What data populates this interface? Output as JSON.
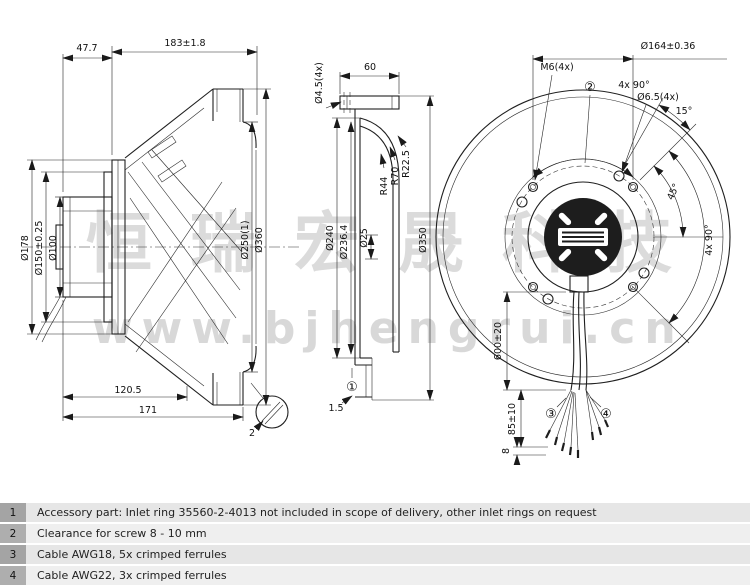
{
  "watermark": {
    "line1": "恒瑞宏晟科技",
    "line2": "www.bjhengrui.cn"
  },
  "side_view": {
    "dim_47_7": "47.7",
    "dim_183": "183±1.8",
    "dim_d178": "Ø178",
    "dim_d150": "Ø150±0.25",
    "dim_d100": "Ø100",
    "dim_d250": "Ø250(1)",
    "dim_d360": "Ø360",
    "dim_120_5": "120.5",
    "dim_171": "171",
    "dim_detail_2": "2"
  },
  "section_view": {
    "dim_hole": "Ø4.5(4x)",
    "dim_60": "60",
    "r1": "R22.5",
    "r2": "R70",
    "r3": "R44",
    "dim_d240": "Ø240",
    "dim_d236_4": "Ø236.4",
    "dim_d25": "Ø25",
    "dim_d350": "Ø350",
    "dim_1_5": "1.5",
    "callout_1": "①"
  },
  "front_view": {
    "dim_bolt_circle": "Ø164±0.36",
    "thread_holes": "M6(4x)",
    "through_holes": "Ø6.5(4x)",
    "callout_2": "②",
    "angle_top": "4x 90°",
    "angle_15": "15°",
    "angle_45": "45°",
    "angle_right": "4x 90°",
    "cable_length": "600±20",
    "strip_length": "85±10",
    "ferrule_length": "8",
    "callout_3": "③",
    "callout_4": "④"
  },
  "notes": {
    "rows": [
      {
        "num": "1",
        "text": "Accessory part: Inlet ring 35560-2-4013 not included in scope of delivery, other inlet rings on request"
      },
      {
        "num": "2",
        "text": "Clearance for screw 8 - 10 mm"
      },
      {
        "num": "3",
        "text": "Cable AWG18, 5x crimped ferrules"
      },
      {
        "num": "4",
        "text": "Cable AWG22, 3x crimped ferrules"
      }
    ]
  }
}
